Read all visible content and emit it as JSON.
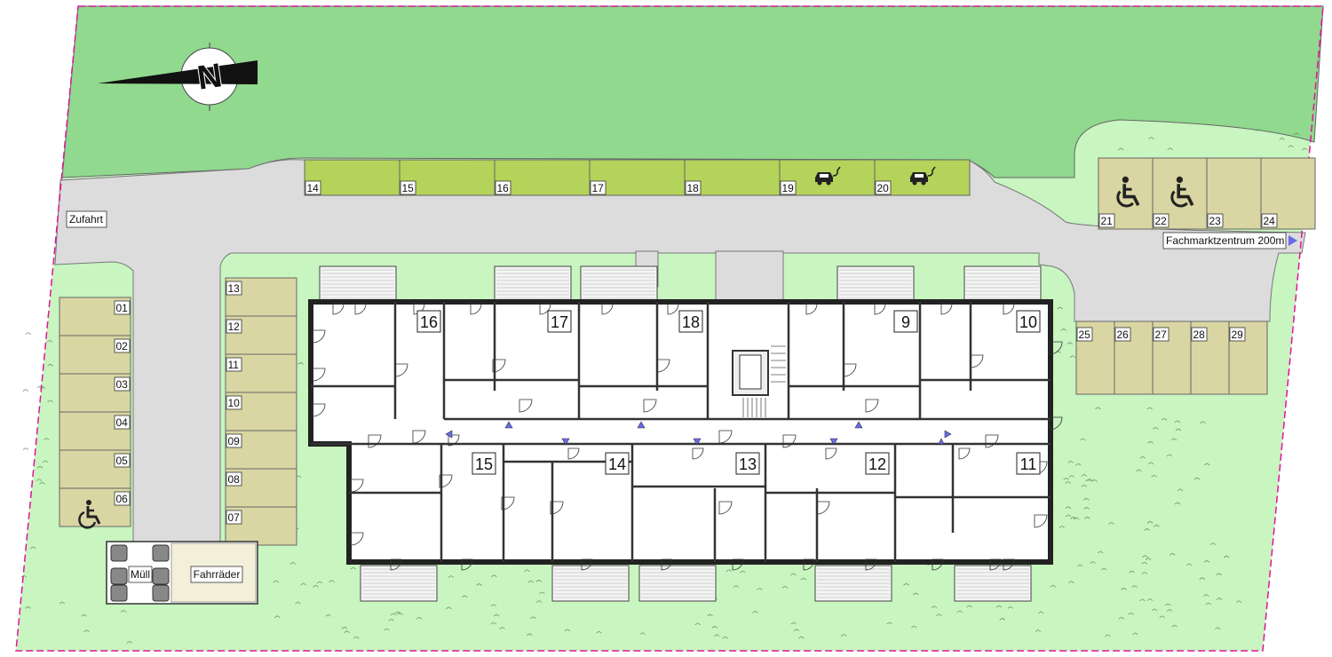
{
  "site": {
    "north_label": "N",
    "access_label": "Zufahrt",
    "destination_label": "Fachmarktzentrum 200m",
    "waste_label": "Müll",
    "bikes_label": "Fahrräder"
  },
  "parking": {
    "top_row": [
      "14",
      "15",
      "16",
      "17",
      "18",
      "19",
      "20"
    ],
    "right_top_row": [
      "21",
      "22",
      "23",
      "24"
    ],
    "right_bottom_row": [
      "25",
      "26",
      "27",
      "28",
      "29"
    ],
    "left_column": [
      "01",
      "02",
      "03",
      "04",
      "05",
      "06"
    ],
    "middle_column": [
      "13",
      "12",
      "11",
      "10",
      "09",
      "08",
      "07"
    ],
    "ev_spots": [
      "19",
      "20"
    ],
    "accessible_spots": [
      "21",
      "22",
      "06"
    ]
  },
  "units": {
    "north_row": [
      "16",
      "17",
      "18",
      "9",
      "10"
    ],
    "south_row": [
      "15",
      "14",
      "13",
      "12",
      "11"
    ]
  },
  "colors": {
    "lawn": "#c8f5c0",
    "meadow": "#90d98e",
    "road": "#dcdcdc",
    "parking_top": "#b3d35a",
    "parking_other": "#d9d6a3",
    "boundary": "#e0149a",
    "marker": "#6b6be8"
  },
  "icons": [
    "north-arrow-icon",
    "ev-charging-icon",
    "wheelchair-icon",
    "door-marker-icon"
  ]
}
